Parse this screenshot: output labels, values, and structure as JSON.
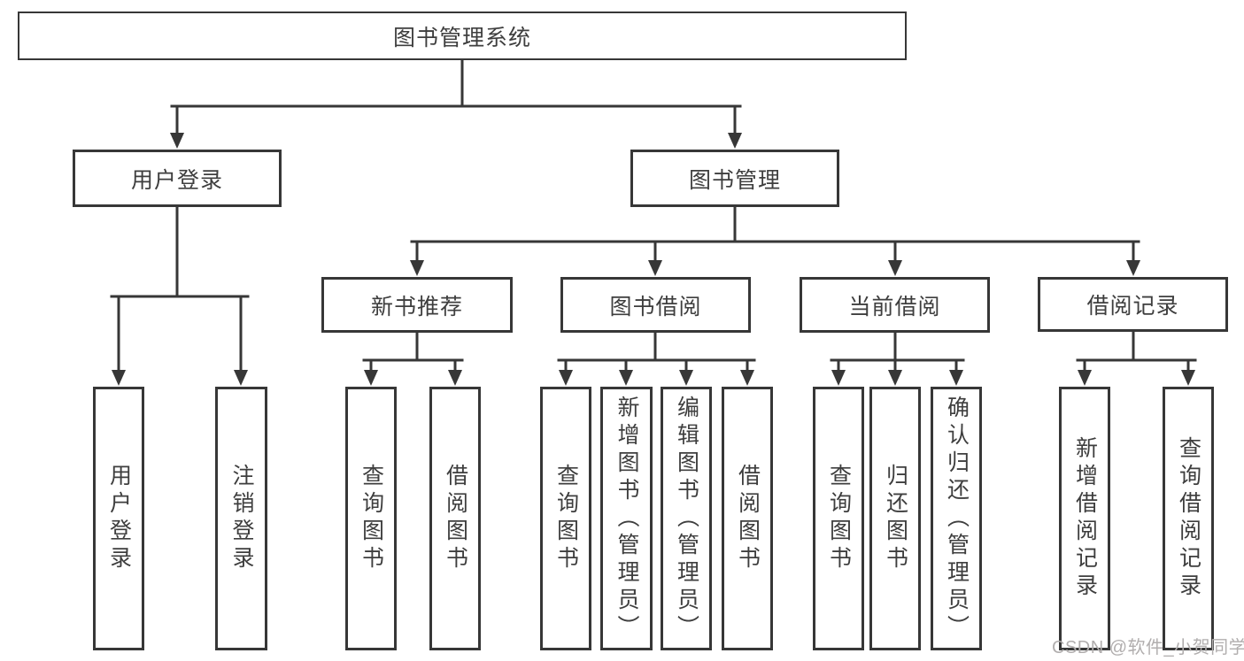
{
  "root": {
    "label": "图书管理系统"
  },
  "branches": [
    {
      "label": "用户登录"
    },
    {
      "label": "图书管理"
    }
  ],
  "sections": [
    {
      "label": "新书推荐"
    },
    {
      "label": "图书借阅"
    },
    {
      "label": "当前借阅"
    },
    {
      "label": "借阅记录"
    }
  ],
  "leaves": [
    {
      "label": "用户登录"
    },
    {
      "label": "注销登录"
    },
    {
      "label": "查询图书"
    },
    {
      "label": "借阅图书"
    },
    {
      "label": "查询图书"
    },
    {
      "label": "新增图书（管理员）"
    },
    {
      "label": "编辑图书（管理员）"
    },
    {
      "label": "借阅图书"
    },
    {
      "label": "查询图书"
    },
    {
      "label": "归还图书"
    },
    {
      "label": "确认归还（管理员）"
    },
    {
      "label": "新增借阅记录"
    },
    {
      "label": "查询借阅记录"
    }
  ],
  "watermark": {
    "text": "CSDN @软件_小贺同学"
  },
  "colors": {
    "line": "#373737",
    "border": "#373737",
    "text": "#3e3e3e",
    "watermark": "#b1aeae",
    "background": "#ffffff"
  }
}
